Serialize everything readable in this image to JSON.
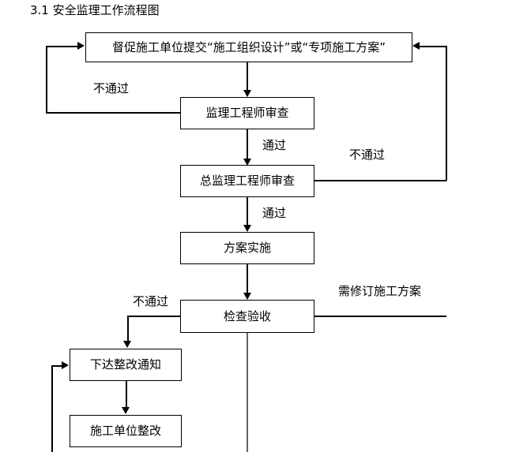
{
  "document": {
    "heading": "3.1 安全监理工作流程图"
  },
  "flowchart": {
    "nodes": [
      {
        "id": "submit-plan",
        "label": "督促施工单位提交“施工组织设计”或“专项施工方案”"
      },
      {
        "id": "engineer-review",
        "label": "监理工程师审查"
      },
      {
        "id": "chief-review",
        "label": "总监理工程师审查"
      },
      {
        "id": "plan-implement",
        "label": "方案实施"
      },
      {
        "id": "inspect-accept",
        "label": "检查验收"
      },
      {
        "id": "issue-notice",
        "label": "下达整改通知"
      },
      {
        "id": "contractor-fix",
        "label": "施工单位整改"
      }
    ],
    "edge_labels": [
      {
        "id": "fail-left-top",
        "text": "不通过"
      },
      {
        "id": "pass-engineer",
        "text": "通过"
      },
      {
        "id": "fail-right-chief",
        "text": "不通过"
      },
      {
        "id": "pass-chief",
        "text": "通过"
      },
      {
        "id": "fail-inspect",
        "text": "不通过"
      },
      {
        "id": "revise-plan",
        "text": "需修订施工方案"
      }
    ],
    "colors": {
      "line": "#000000",
      "line_secondary": "#636363",
      "background": "#ffffff",
      "text": "#000000"
    }
  }
}
